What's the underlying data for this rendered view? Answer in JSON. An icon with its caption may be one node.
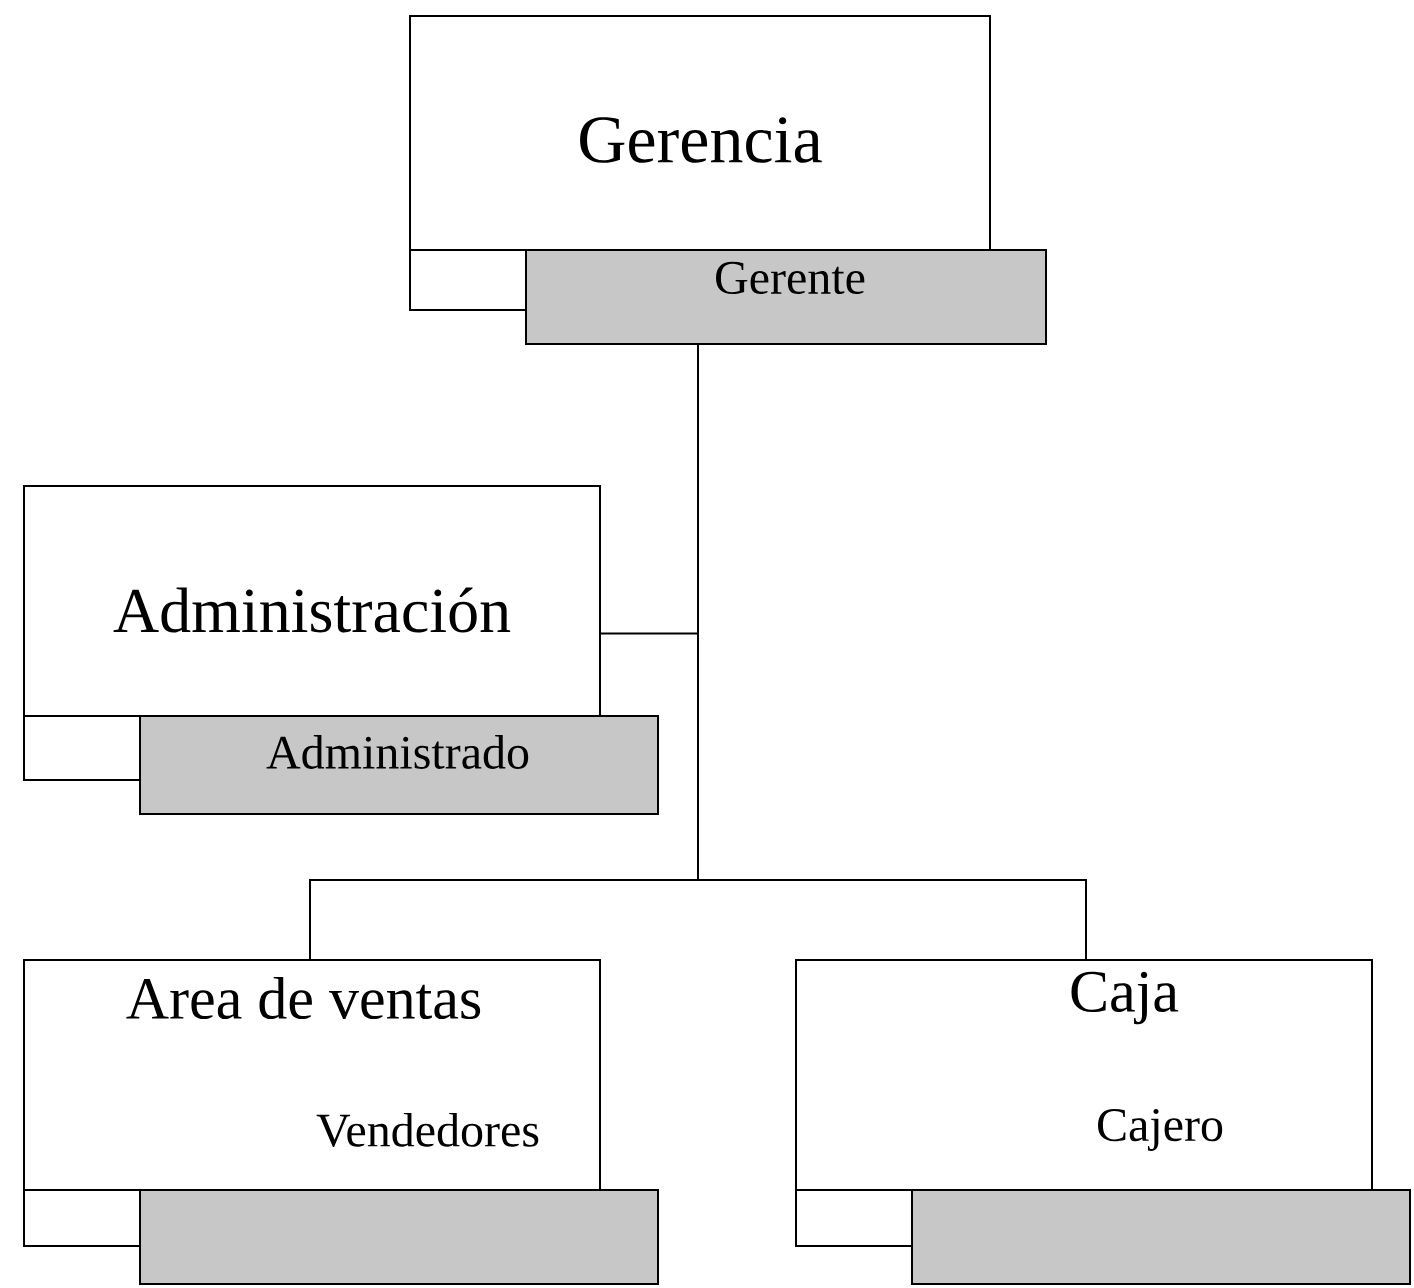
{
  "diagram": {
    "nodes": [
      {
        "text": [
          "Gerencia",
          "Gerente"
        ]
      },
      {
        "text": [
          "Administración",
          "Administrado"
        ]
      },
      {
        "text": [
          "Area de ventas",
          "Vendedores"
        ]
      },
      {
        "text": [
          "Caja",
          "Cajero"
        ]
      }
    ],
    "edges": [
      {
        "from": 0,
        "to": 1,
        "arrow": "none"
      },
      {
        "from": 0,
        "to": 2,
        "arrow": "none"
      },
      {
        "from": 0,
        "to": 3,
        "arrow": "none"
      }
    ]
  }
}
